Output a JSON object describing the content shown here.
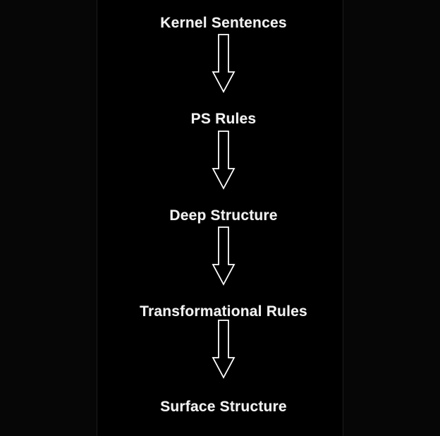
{
  "diagram": {
    "description": "Vertical flow diagram of transformational-generative grammar stages",
    "colors": {
      "background": "#000000",
      "side_bar": "#060606",
      "text": "#f2f2f2",
      "arrow_stroke": "#ffffff",
      "arrow_fill": "#000000"
    },
    "steps": [
      {
        "label": "Kernel Sentences"
      },
      {
        "label": "PS Rules"
      },
      {
        "label": "Deep Structure"
      },
      {
        "label": "Transformational Rules"
      },
      {
        "label": "Surface Structure"
      }
    ]
  }
}
